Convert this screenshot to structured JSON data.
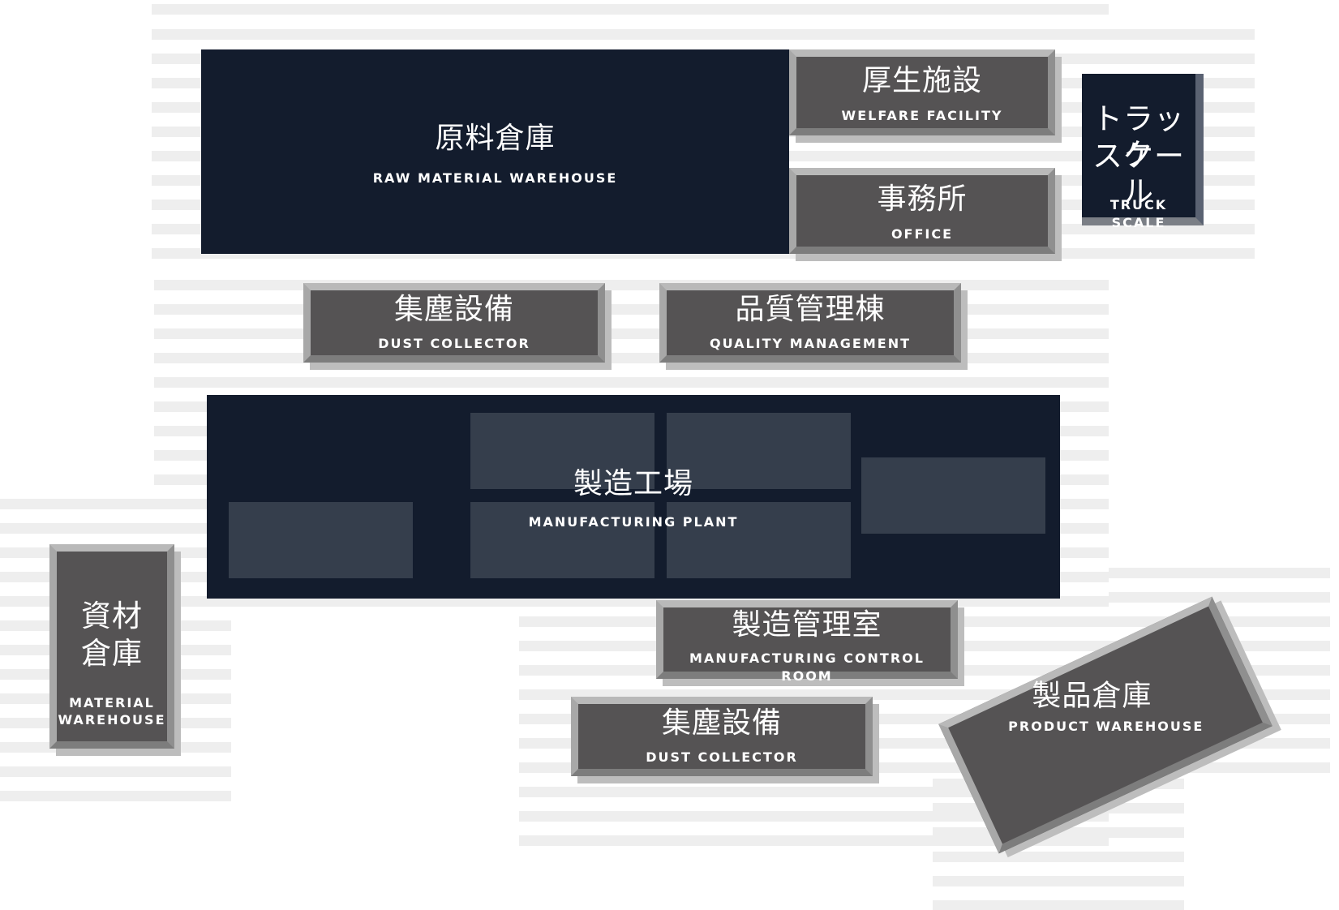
{
  "buildings": {
    "raw_material_warehouse": {
      "jp": "原料倉庫",
      "en": "RAW MATERIAL WAREHOUSE"
    },
    "welfare_facility": {
      "jp": "厚生施設",
      "en": "WELFARE FACILITY"
    },
    "office": {
      "jp": "事務所",
      "en": "OFFICE"
    },
    "truck_scale": {
      "jp_line1": "トラック",
      "jp_line2": "スケール",
      "en": "TRUCK SCALE"
    },
    "dust_collector_upper": {
      "jp": "集塵設備",
      "en": "DUST COLLECTOR"
    },
    "quality_management": {
      "jp": "品質管理棟",
      "en": "QUALITY MANAGEMENT"
    },
    "manufacturing_plant": {
      "jp": "製造工場",
      "en": "MANUFACTURING PLANT"
    },
    "material_warehouse": {
      "jp_line1": "資材",
      "jp_line2": "倉庫",
      "en_line1": "MATERIAL",
      "en_line2": "WAREHOUSE"
    },
    "manufacturing_control_room": {
      "jp": "製造管理室",
      "en": "MANUFACTURING CONTROL ROOM"
    },
    "dust_collector_lower": {
      "jp": "集塵設備",
      "en": "DUST COLLECTOR"
    },
    "product_warehouse": {
      "jp": "製品倉庫",
      "en": "PRODUCT WAREHOUSE"
    }
  },
  "colors": {
    "dark_building": "#131c2d",
    "gray_building": "#555354",
    "plant_inner_block": "#353e4c",
    "ground_stripe": "#eeeeee"
  }
}
